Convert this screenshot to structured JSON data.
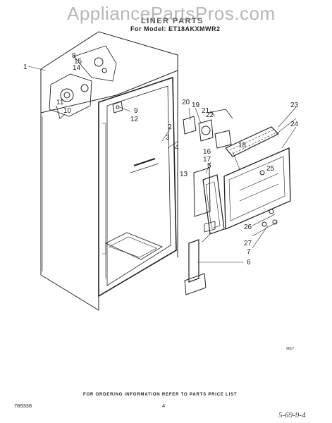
{
  "header": {
    "watermark": "AppliancePartsPros.com",
    "title": "LINER PARTS",
    "model": "For Model: ET18AKXMWR2"
  },
  "callouts": [
    "1",
    "2",
    "3",
    "4",
    "5",
    "6",
    "7",
    "8",
    "9",
    "10",
    "11",
    "12",
    "13",
    "14",
    "15",
    "16",
    "17",
    "18",
    "19",
    "20",
    "21",
    "22",
    "23",
    "24",
    "25",
    "26",
    "27"
  ],
  "footer": {
    "ordering_note": "FOR ORDERING INFORMATION REFER TO PARTS PRICE LIST",
    "doc_number": "789338",
    "page_number": "4",
    "handwritten": "5-69-9-4",
    "image_code": "9017"
  }
}
